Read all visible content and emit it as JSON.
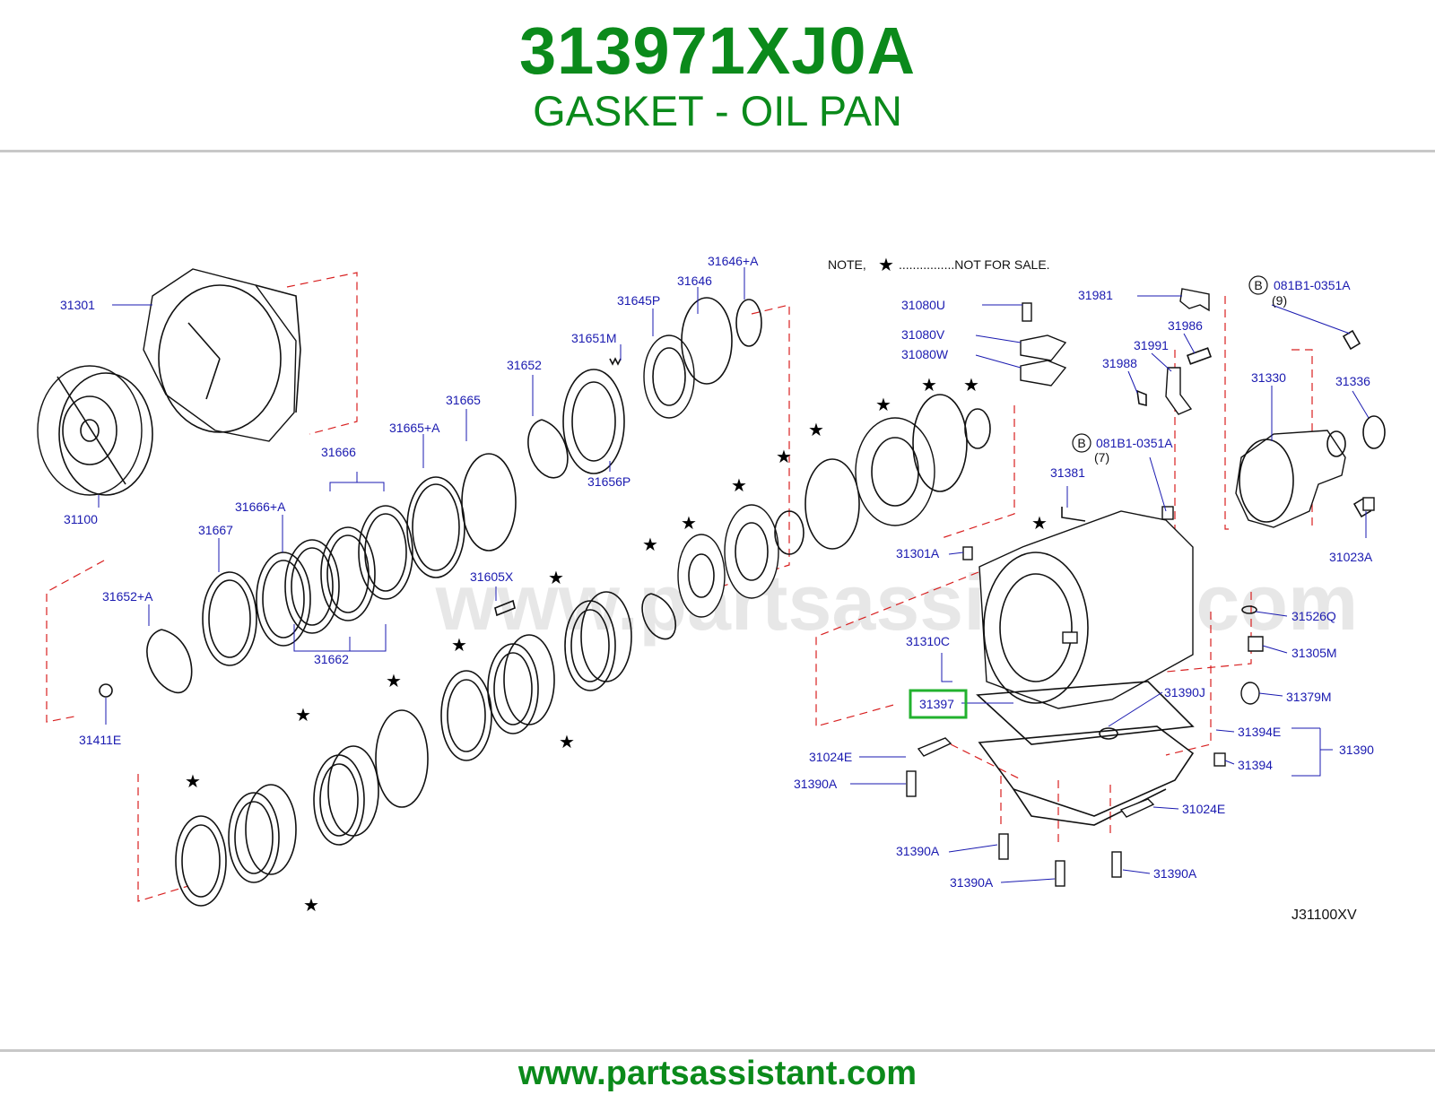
{
  "header": {
    "part_number": "313971XJ0A",
    "part_name": "GASKET - OIL PAN"
  },
  "diagram": {
    "note": "NOTE,",
    "note_rest": "................NOT   FOR   SALE.",
    "ref_code": "J31100XV",
    "watermark": "www.partsassistant.com",
    "highlighted_part": "31397",
    "highlight_color": "#22b22e",
    "label_color": "#1a1ab0",
    "dash_color": "#d82020",
    "callouts": [
      {
        "text": "31301"
      },
      {
        "text": "31100"
      },
      {
        "text": "31666"
      },
      {
        "text": "31665+A"
      },
      {
        "text": "31665"
      },
      {
        "text": "31652"
      },
      {
        "text": "31651M"
      },
      {
        "text": "31656P"
      },
      {
        "text": "31645P"
      },
      {
        "text": "31646"
      },
      {
        "text": "31646+A"
      },
      {
        "text": "31666+A"
      },
      {
        "text": "31667"
      },
      {
        "text": "31662"
      },
      {
        "text": "31652+A"
      },
      {
        "text": "31411E"
      },
      {
        "text": "31605X"
      },
      {
        "text": "31080U"
      },
      {
        "text": "31080V"
      },
      {
        "text": "31080W"
      },
      {
        "text": "31981"
      },
      {
        "text": "31986"
      },
      {
        "text": "31991"
      },
      {
        "text": "31988"
      },
      {
        "text": "081B1-0351A"
      },
      {
        "text": "(9)"
      },
      {
        "text": "31330"
      },
      {
        "text": "31336"
      },
      {
        "text": "081B1-0351A"
      },
      {
        "text": "(7)"
      },
      {
        "text": "31381"
      },
      {
        "text": "31301A"
      },
      {
        "text": "31023A"
      },
      {
        "text": "31526Q"
      },
      {
        "text": "31305M"
      },
      {
        "text": "31310C"
      },
      {
        "text": "31390J"
      },
      {
        "text": "31379M"
      },
      {
        "text": "31397"
      },
      {
        "text": "31394E"
      },
      {
        "text": "31390"
      },
      {
        "text": "31394"
      },
      {
        "text": "31024E"
      },
      {
        "text": "31390A"
      },
      {
        "text": "31024E"
      },
      {
        "text": "31390A"
      },
      {
        "text": "31390A"
      },
      {
        "text": "31390A"
      },
      {
        "text": "B"
      },
      {
        "text": "B"
      }
    ]
  },
  "footer": {
    "url": "www.partsassistant.com"
  }
}
